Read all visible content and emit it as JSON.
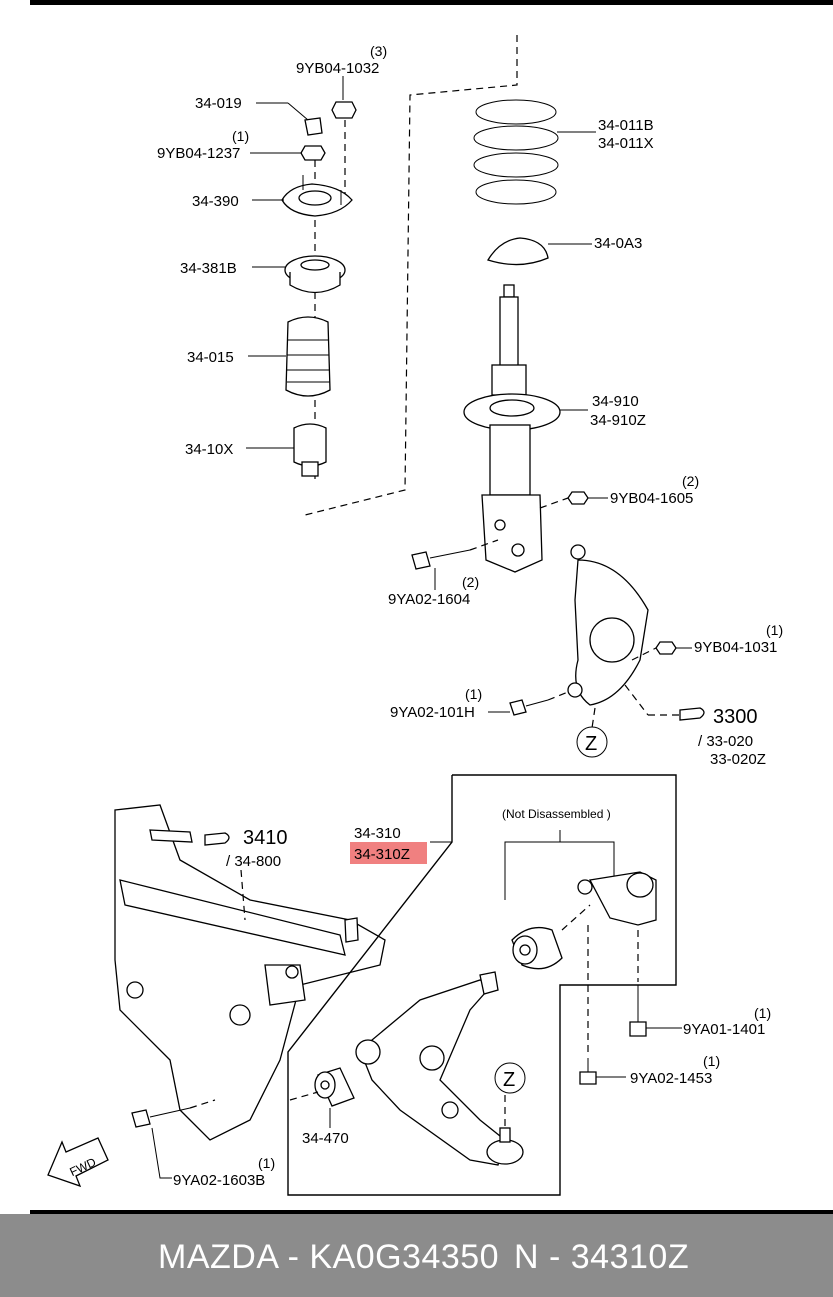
{
  "callouts": {
    "p34_019": "34-019",
    "p9yb04_1032": "9YB04-1032",
    "q9yb04_1032": "(3)",
    "p9yb04_1237": "9YB04-1237",
    "q9yb04_1237": "(1)",
    "p34_390": "34-390",
    "p34_381b": "34-381B",
    "p34_015": "34-015",
    "p34_10x": "34-10X",
    "p34_011b": "34-011B",
    "p34_011x": "34-011X",
    "p34_0a3": "34-0A3",
    "p34_910": "34-910",
    "p34_910z": "34-910Z",
    "p9yb04_1605": "9YB04-1605",
    "q9yb04_1605": "(2)",
    "p9ya02_1604": "9YA02-1604",
    "q9ya02_1604": "(2)",
    "p9yb04_1031": "9YB04-1031",
    "q9yb04_1031": "(1)",
    "p9ya02_101h": "9YA02-101H",
    "q9ya02_101h": "(1)",
    "ref3300": "3300",
    "ref33_020": "/ 33-020",
    "ref33_020z": "33-020Z",
    "z_mark": "Z",
    "ref3410": "3410",
    "ref34_800": "/ 34-800",
    "p34_310": "34-310",
    "p34_310z": "34-310Z",
    "not_disassembled": "(Not Disassembled )",
    "p9ya01_1401": "9YA01-1401",
    "q9ya01_1401": "(1)",
    "p9ya02_1453": "9YA02-1453",
    "q9ya02_1453": "(1)",
    "p34_470": "34-470",
    "p9ya02_1603b": "9YA02-1603B",
    "q9ya02_1603b": "(1)",
    "fwd": "FWD"
  },
  "footer": {
    "part": "MAZDA - KA0G34350",
    "ref": "N - 34310Z"
  },
  "colors": {
    "highlight": "#f08080",
    "footer_bg": "#8c8c8c"
  }
}
